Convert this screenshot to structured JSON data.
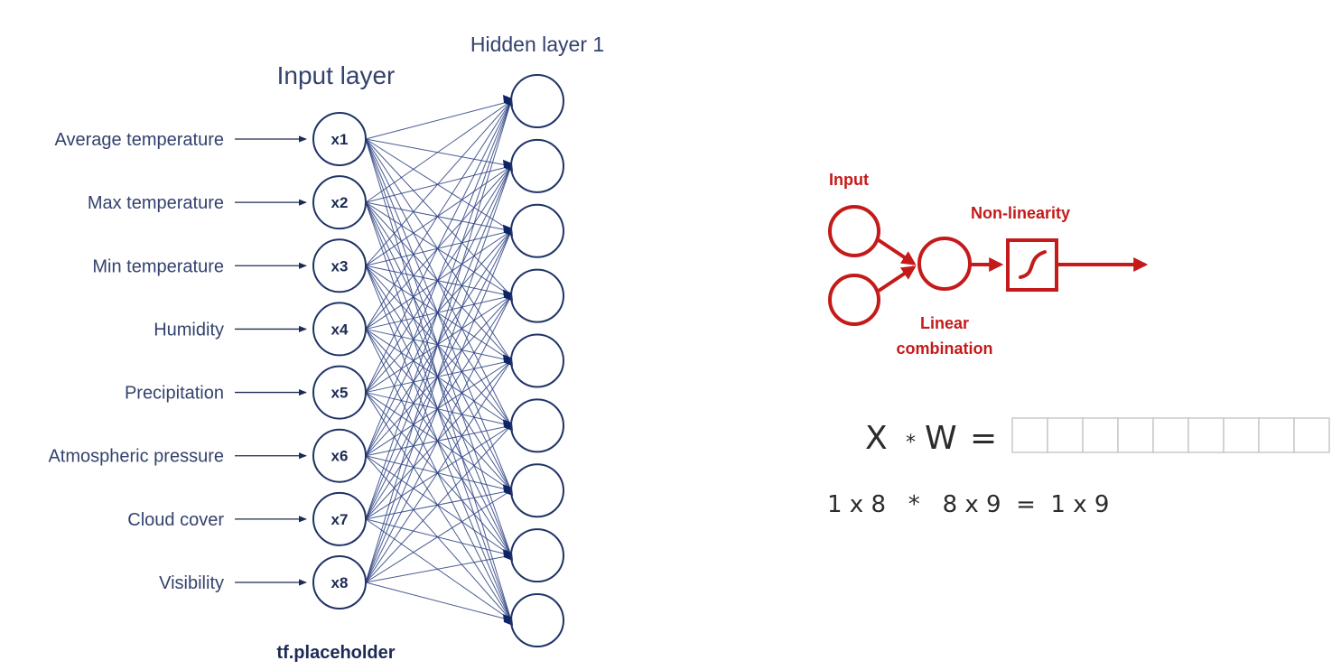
{
  "network": {
    "input_layer_title": "Input layer",
    "hidden_layer_title": "Hidden layer 1",
    "placeholder_label": "tf.placeholder",
    "input_features": [
      {
        "label": "Average temperature",
        "node": "x1"
      },
      {
        "label": "Max temperature",
        "node": "x2"
      },
      {
        "label": "Min temperature",
        "node": "x3"
      },
      {
        "label": "Humidity",
        "node": "x4"
      },
      {
        "label": "Precipitation",
        "node": "x5"
      },
      {
        "label": "Atmospheric pressure",
        "node": "x6"
      },
      {
        "label": "Cloud cover",
        "node": "x7"
      },
      {
        "label": "Visibility",
        "node": "x8"
      }
    ],
    "hidden_node_count": 9,
    "fully_connected": true,
    "colors": {
      "text": "#33426e",
      "node_stroke": "#1f3366",
      "edge": "#2a3f80",
      "arrowhead": "#0d2466"
    }
  },
  "neuron": {
    "input_label": "Input",
    "nonlinearity_label": "Non-linearity",
    "linear_label_line1": "Linear",
    "linear_label_line2": "combination",
    "input_count": 2,
    "color": "#c41a1a"
  },
  "equation": {
    "lhs_x": "X",
    "op": "*",
    "lhs_w": "W",
    "equals": "=",
    "result_cells": 9,
    "result_cell_border": "#c8c8c8",
    "dims_line": "1 x 8   *   8 x 9  =  1 x 9"
  }
}
